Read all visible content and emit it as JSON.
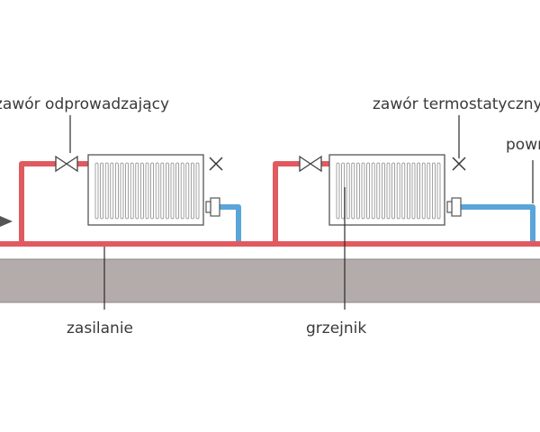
{
  "labels": {
    "outlet_valve": "zawór odprowadzający",
    "thermostatic_valve": "zawór termostatyczny",
    "return_pipe": "powrót",
    "supply": "zasilanie",
    "radiator": "grzejnik"
  },
  "colors": {
    "supply_pipe": "#e05a5f",
    "return_pipe": "#5aa5d8",
    "floor": "#b3acaa",
    "radiator_outline": "#555555",
    "text": "#3a3a3a"
  }
}
